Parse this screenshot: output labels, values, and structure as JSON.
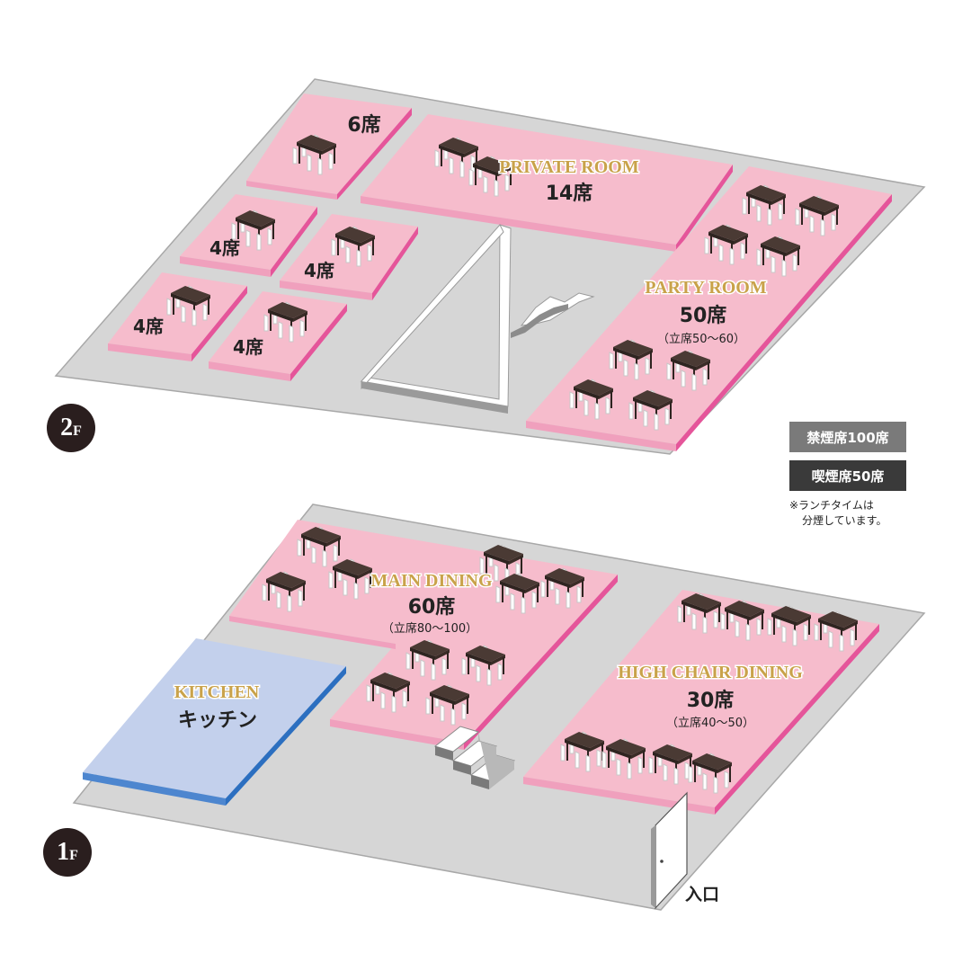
{
  "floors": {
    "second": {
      "badge_num": "2",
      "badge_suffix": "F",
      "rooms": {
        "room6": {
          "seats": "6席"
        },
        "private": {
          "name": "PRIVATE ROOM",
          "seats": "14席"
        },
        "room4_a": {
          "seats": "4席"
        },
        "room4_b": {
          "seats": "4席"
        },
        "room4_c": {
          "seats": "4席"
        },
        "room4_d": {
          "seats": "4席"
        },
        "party": {
          "name": "PARTY ROOM",
          "seats": "50席",
          "standing": "（立席50〜60）"
        }
      }
    },
    "first": {
      "badge_num": "1",
      "badge_suffix": "F",
      "rooms": {
        "main": {
          "name": "MAIN DINING",
          "seats": "60席",
          "standing": "（立席80〜100）"
        },
        "kitchen": {
          "name": "KITCHEN",
          "name_ja": "キッチン"
        },
        "high": {
          "name": "HIGH CHAIR DINING",
          "seats": "30席",
          "standing": "（立席40〜50）"
        }
      },
      "entrance": "入口"
    }
  },
  "legend": {
    "non_smoking": "禁煙席100席",
    "smoking": "喫煙席50席",
    "note_line1": "※ランチタイムは",
    "note_line2": "分煙しています。"
  },
  "colors": {
    "floor": "#d6d6d6",
    "room_pink": "#f6bccc",
    "room_edge": "#e5559a",
    "kitchen_blue": "#c3d0ec",
    "kitchen_edge": "#2c6fc0",
    "label_gold": "#c9a24a",
    "table": "#4a3a34",
    "legend_nonsmoking": "#7a7a7a",
    "legend_smoking": "#3a3a3a"
  }
}
